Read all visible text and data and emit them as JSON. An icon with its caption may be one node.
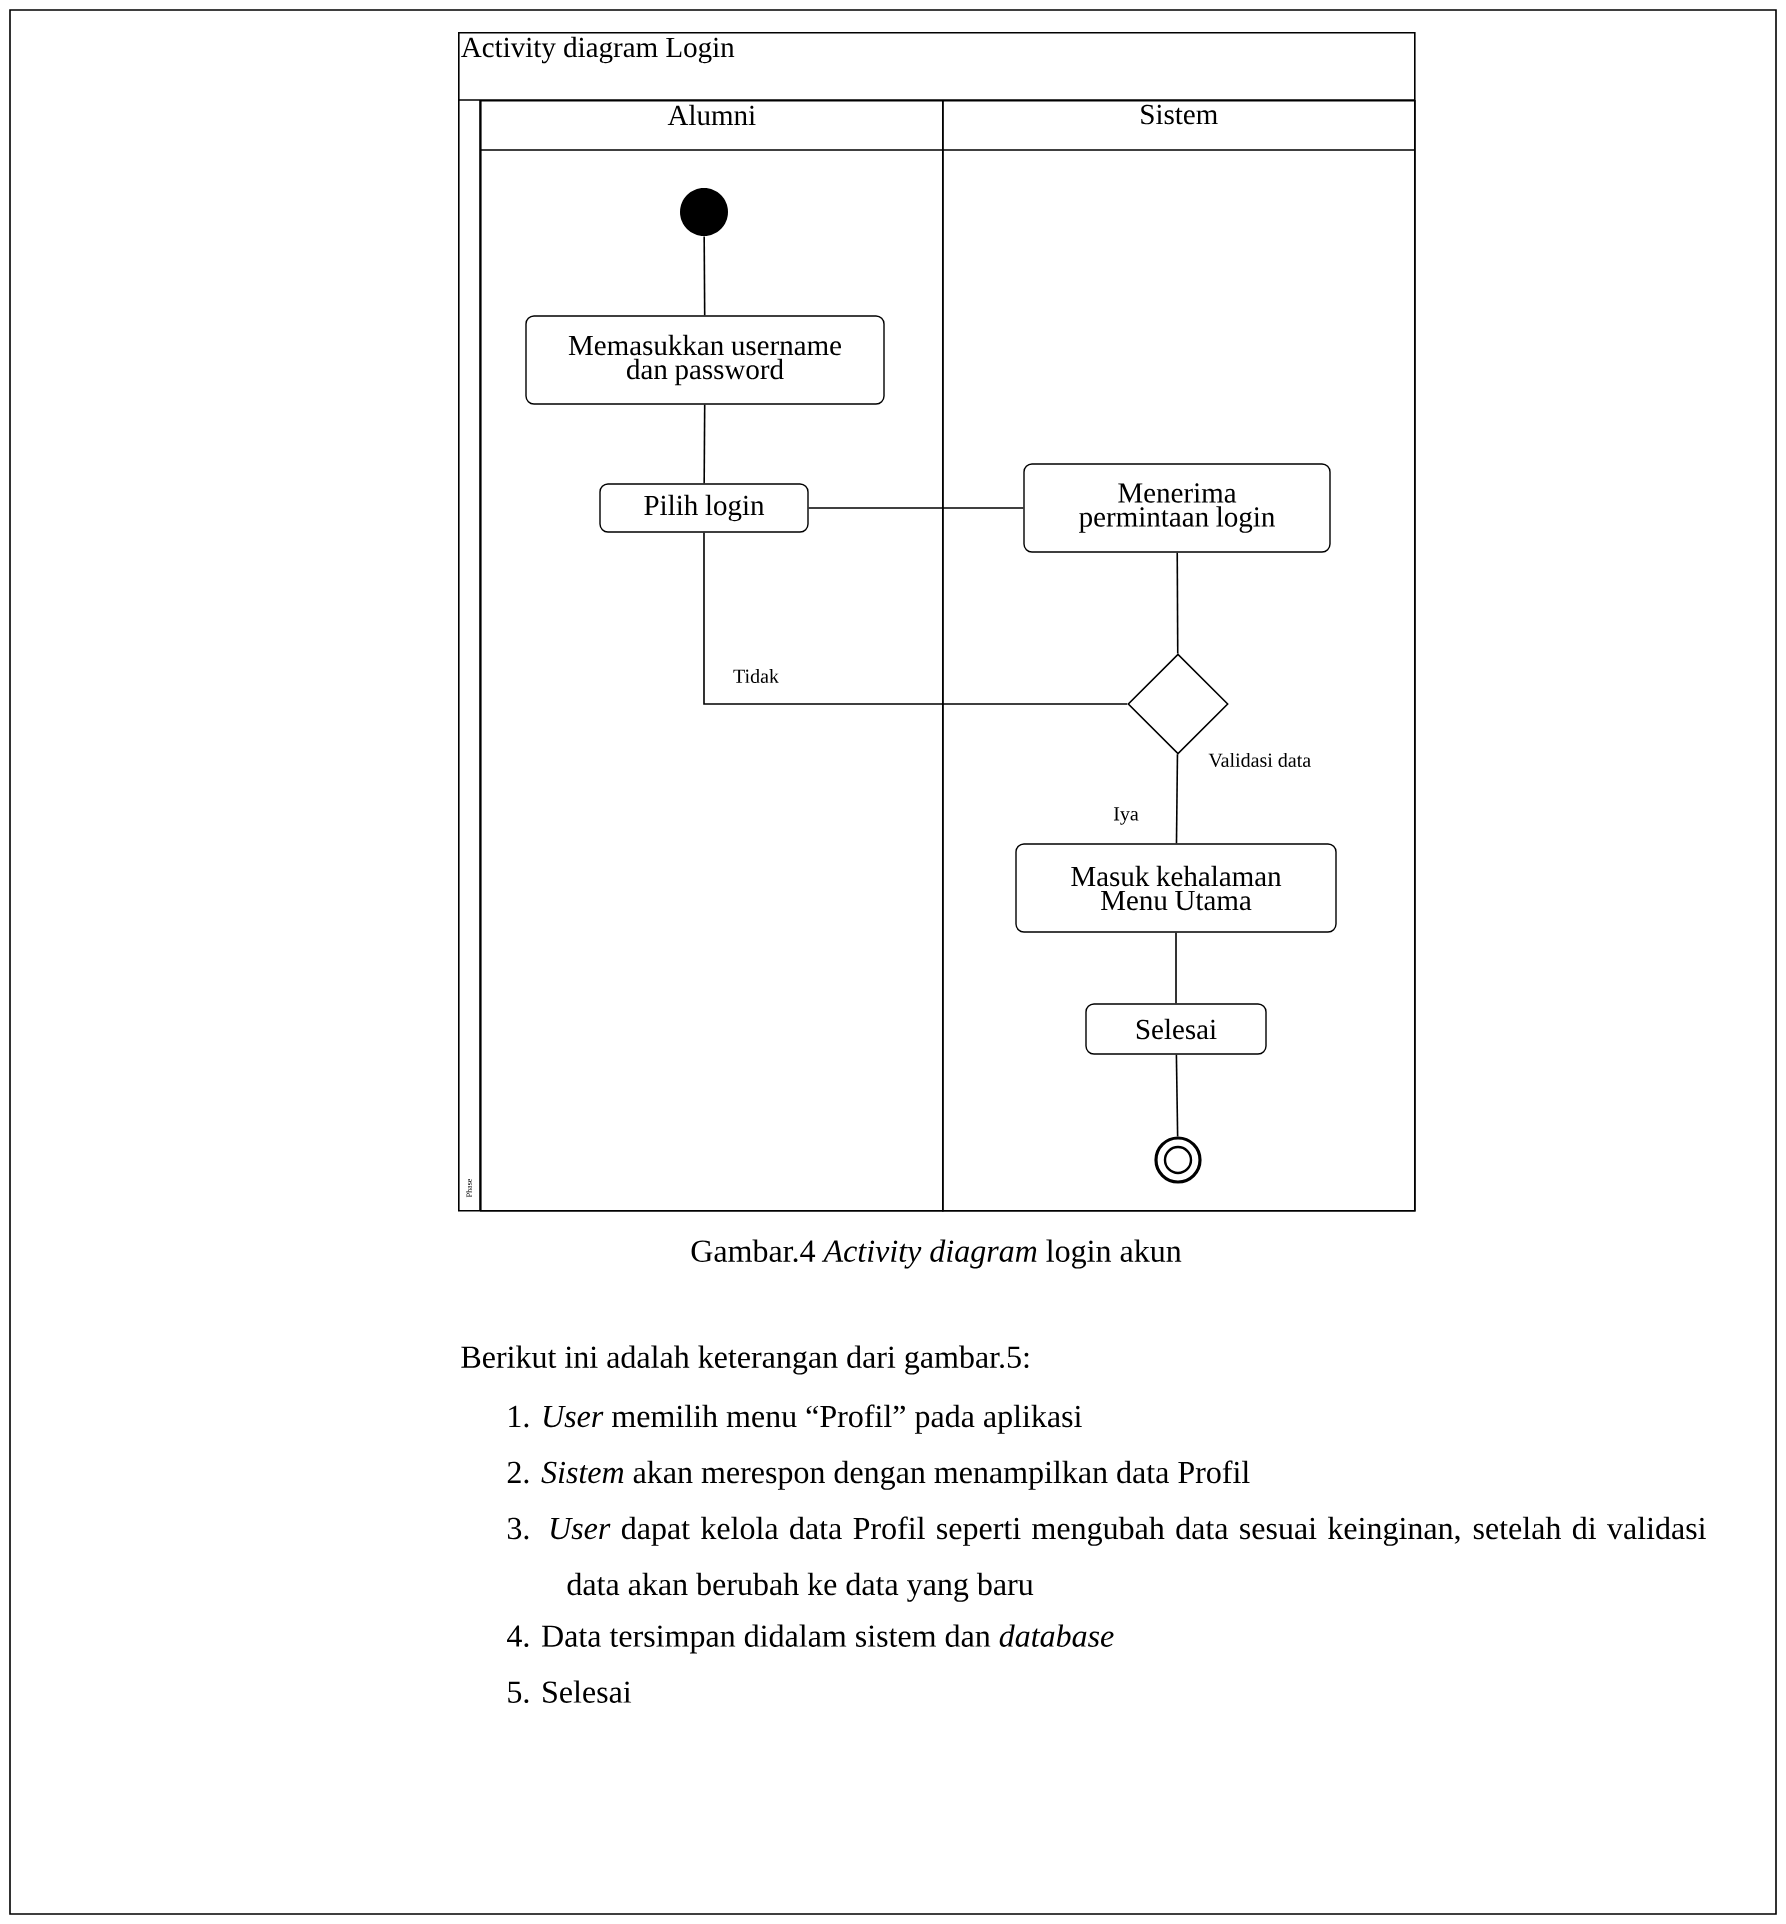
{
  "diagram": {
    "caption": "Gambar.4 *Activity diagram* login akun",
    "nodes": [
      {
        "text": [
          "Activity diagram Login"
        ]
      },
      {
        "text": [
          "Alumni"
        ],
        "in": 0
      },
      {
        "text": [
          "Sistem"
        ],
        "in": 0
      },
      {
        "text": [],
        "shape": "circle",
        "in": 1
      },
      {
        "text": [
          "Memasukkan username dan password"
        ],
        "in": 1
      },
      {
        "text": [
          "Pilih login"
        ],
        "in": 1
      },
      {
        "text": [
          "Menerima permintaan login"
        ],
        "in": 2
      },
      {
        "text": [],
        "shape": "diamond",
        "in": 2,
        "beside": [
          "Validasi data"
        ]
      },
      {
        "text": [
          "Masuk kehalaman Menu Utama"
        ],
        "in": 2
      },
      {
        "text": [
          "Selesai"
        ],
        "in": 2
      },
      {
        "text": [],
        "shape": "circle",
        "in": 2
      }
    ],
    "edges": [
      {
        "from": 3,
        "to": 4,
        "arrow": "none"
      },
      {
        "from": 4,
        "to": 5,
        "arrow": "none"
      },
      {
        "from": 5,
        "to": 6,
        "arrow": "none"
      },
      {
        "from": 6,
        "to": 7,
        "arrow": "none"
      },
      {
        "from": 7,
        "to": 5,
        "arrow": "none",
        "label": "Tidak"
      },
      {
        "from": 7,
        "to": 8,
        "arrow": "none",
        "label": "Iya"
      },
      {
        "from": 8,
        "to": 9,
        "arrow": "none"
      },
      {
        "from": 9,
        "to": 10,
        "arrow": "none"
      }
    ],
    "labels": [
      "Phase",
      "Berikut ini adalah keterangan dari gambar.5:",
      "1. *User* memilih menu “Profil” pada aplikasi",
      "2. *Sistem* akan merespon dengan menampilkan data Profil",
      "3. *User* dapat kelola data Profil seperti mengubah data sesuai keinginan, setelah di validasi data akan berubah ke data yang baru",
      "4. Data tersimpan didalam sistem dan *database*",
      "5. Selesai"
    ]
  }
}
